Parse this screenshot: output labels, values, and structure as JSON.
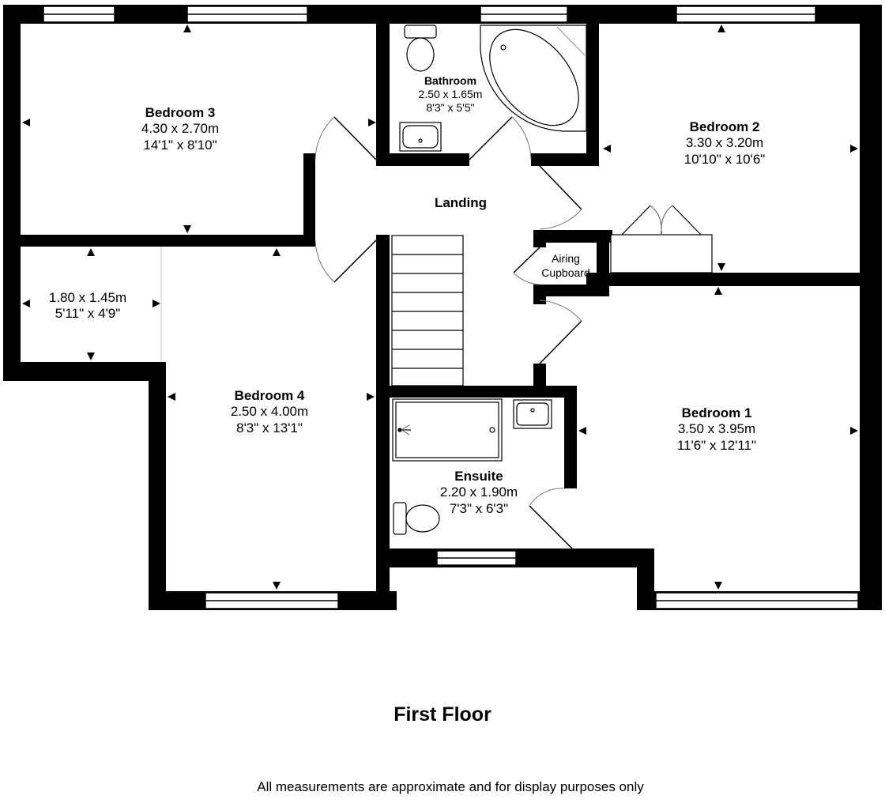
{
  "floor_title": "First Floor",
  "disclaimer": "All measurements are approximate and for display purposes only",
  "rooms": {
    "bedroom3": {
      "name": "Bedroom 3",
      "metric": "4.30 x 2.70m",
      "imperial": "14'1\" x 8'10\""
    },
    "bathroom": {
      "name": "Bathroom",
      "metric": "2.50 x 1.65m",
      "imperial": "8'3\" x 5'5\""
    },
    "bedroom2": {
      "name": "Bedroom 2",
      "metric": "3.30 x 3.20m",
      "imperial": "10'10\" x 10'6\""
    },
    "landing": {
      "name": "Landing"
    },
    "airing": {
      "line1": "Airing",
      "line2": "Cupboard"
    },
    "recess": {
      "metric": "1.80 x 1.45m",
      "imperial": "5'11\" x 4'9\""
    },
    "bedroom4": {
      "name": "Bedroom 4",
      "metric": "2.50 x 4.00m",
      "imperial": "8'3\" x 13'1\""
    },
    "bedroom1": {
      "name": "Bedroom 1",
      "metric": "3.50 x 3.95m",
      "imperial": "11'6\" x 12'11\""
    },
    "ensuite": {
      "name": "Ensuite",
      "metric": "2.20 x 1.90m",
      "imperial": "7'3\" x 6'3\""
    }
  },
  "colors": {
    "wall": "#000000",
    "fixture": "#555555",
    "background": "#ffffff"
  }
}
